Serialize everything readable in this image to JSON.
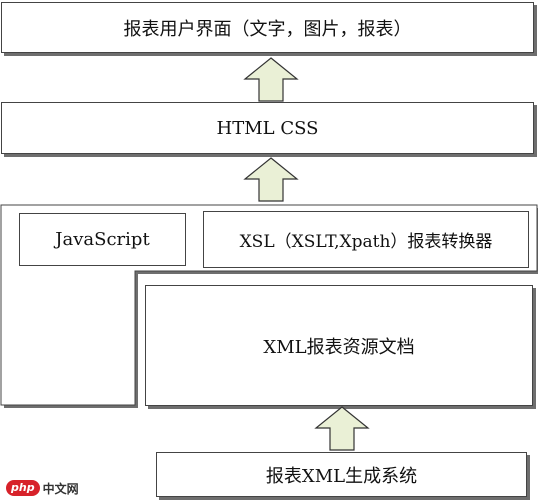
{
  "diagram": {
    "top_box": "报表用户界面（文字，图片，报表）",
    "html_box": "HTML CSS",
    "js_box": "JavaScript",
    "xsl_box": "XSL（XSLT,Xpath）报表转换器",
    "resource_box": "XML报表资源文档",
    "bottom_box": "报表XML生成系统",
    "arrow_fill": "#eaf0d6",
    "arrow_stroke": "#333333"
  },
  "watermark": {
    "badge": "php",
    "text": "中文网"
  }
}
